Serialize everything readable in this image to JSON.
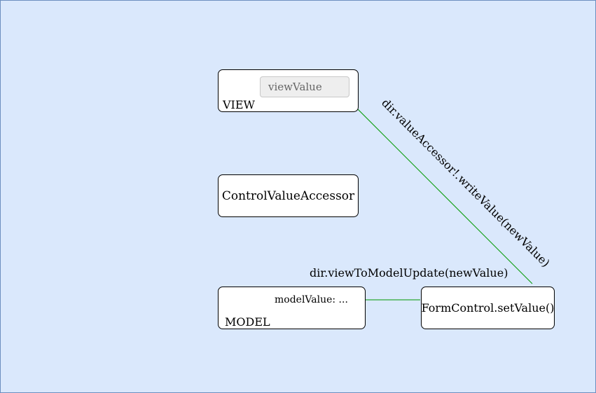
{
  "diagram": {
    "view": {
      "label": "VIEW",
      "input_value": "viewValue"
    },
    "control_value_accessor": {
      "label": "ControlValueAccessor"
    },
    "model": {
      "label": "MODEL",
      "value_text": "modelValue: ..."
    },
    "form_control": {
      "label": "FormControl.setValue()"
    },
    "edges": {
      "to_model": {
        "label": "dir.viewToModelUpdate(newValue)",
        "color": "#009900"
      },
      "to_view": {
        "label": "dir.valueAccessor!.writeValue(newValue)",
        "color": "#009900"
      }
    },
    "colors": {
      "background": "#dae8fc",
      "border": "#6c8ebf"
    }
  }
}
